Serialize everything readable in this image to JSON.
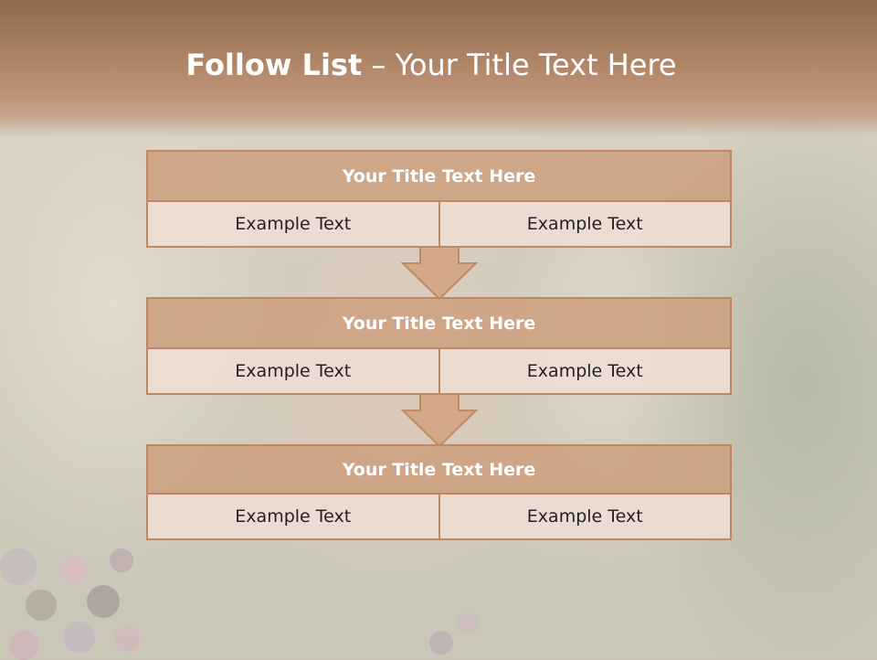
{
  "header": {
    "title_bold": "Follow List",
    "title_rest": " – Your Title Text Here"
  },
  "flow": {
    "blocks": [
      {
        "title": "Your Title Text Here",
        "left": "Example Text",
        "right": "Example Text"
      },
      {
        "title": "Your Title Text Here",
        "left": "Example Text",
        "right": "Example Text"
      },
      {
        "title": "Your Title Text Here",
        "left": "Example Text",
        "right": "Example Text"
      }
    ]
  },
  "colors": {
    "header_band": "#a87f60",
    "block_title_fill": "#cda080",
    "block_border": "#c08860",
    "cell_fill": "#eedcd4",
    "arrow_fill": "#d4a789"
  },
  "icons": {
    "connector": "down-arrow-icon"
  }
}
